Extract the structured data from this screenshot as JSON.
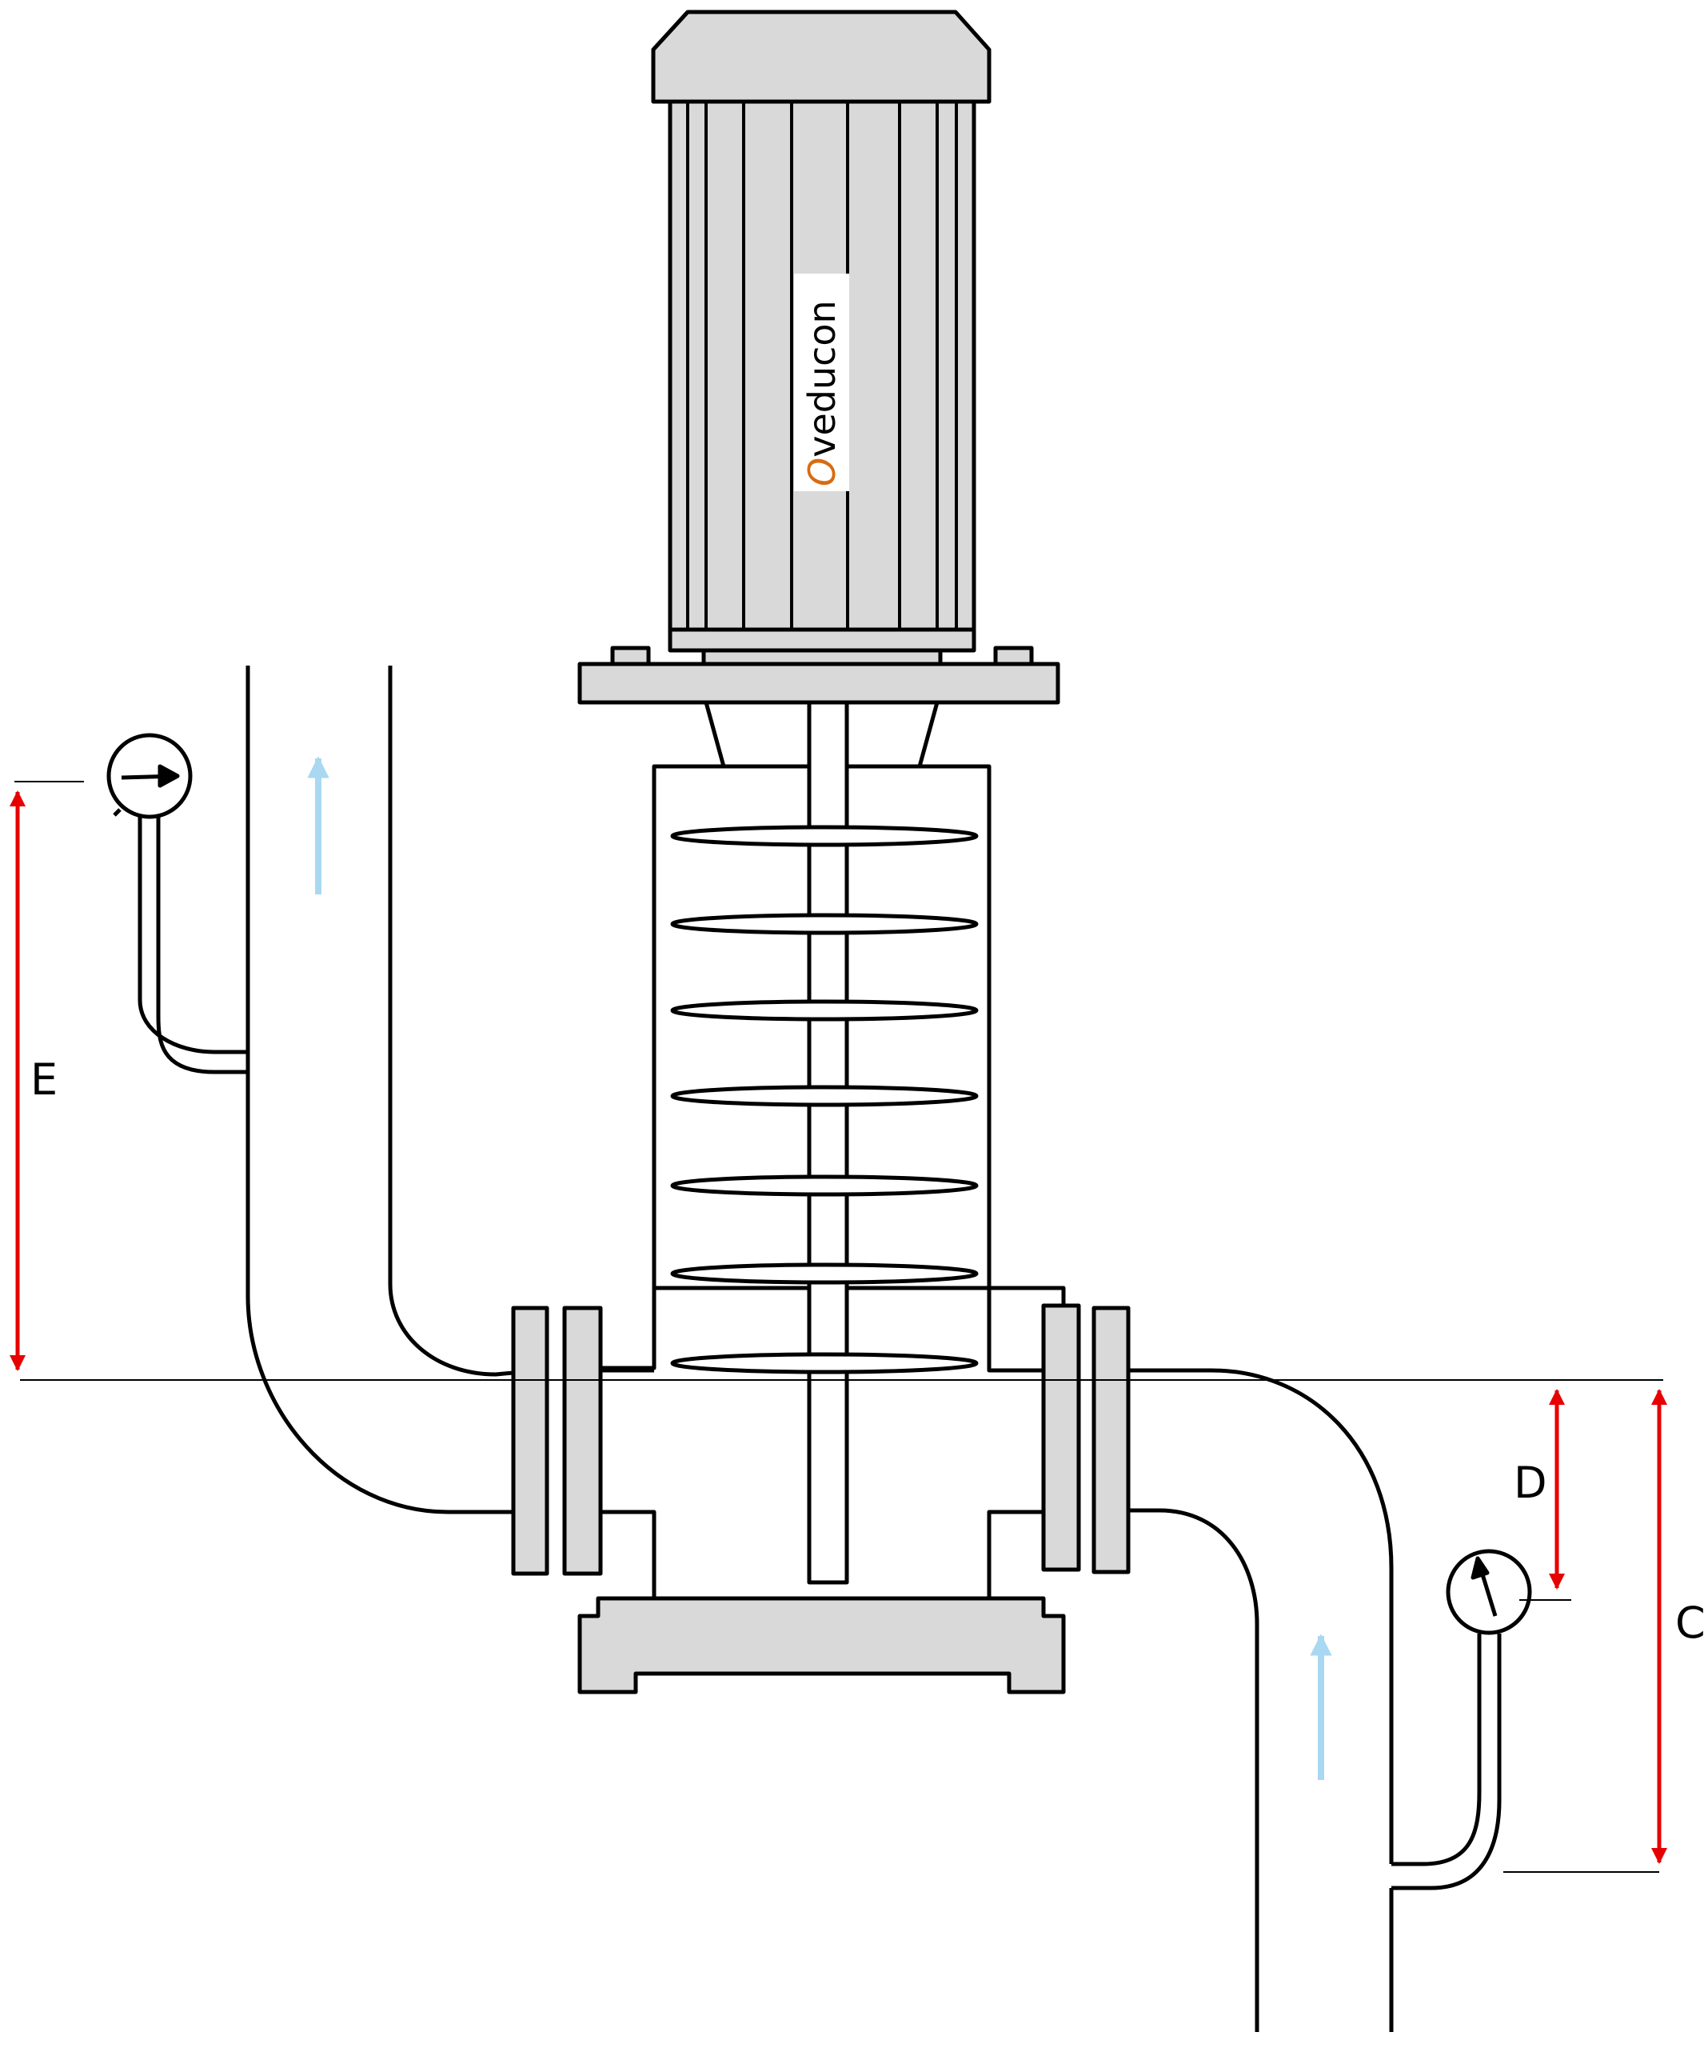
{
  "brand": {
    "initial": "O",
    "rest": "veducon",
    "initial_color": "#d86b10"
  },
  "labels": {
    "discharge_height": "E",
    "suction_gauge_height": "D",
    "suction_height": "C"
  },
  "colors": {
    "line": "#000000",
    "body_fill": "#d9d9d9",
    "dimension_arrow": "#e60000",
    "flow_arrow": "#a9d8f2"
  },
  "icons": {
    "gauges": [
      "discharge-pressure-gauge-icon",
      "suction-pressure-gauge-icon"
    ],
    "flow": [
      "discharge-flow-arrow-icon",
      "suction-flow-arrow-icon"
    ]
  }
}
